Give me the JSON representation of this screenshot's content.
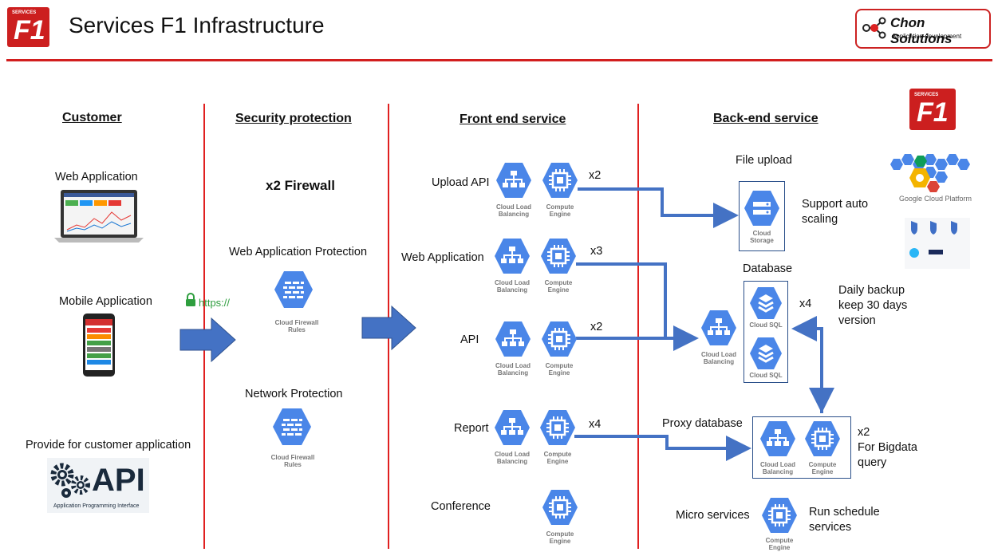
{
  "header": {
    "title": "Services F1 Infrastructure",
    "logo_small": "SERVICES",
    "logo_big": "F1",
    "brand": "Chon Solutions",
    "brand_sub": "Application development"
  },
  "columns": {
    "customer": "Customer",
    "security": "Security protection",
    "frontend": "Front end service",
    "backend": "Back-end service"
  },
  "customer": {
    "web_app": "Web Application",
    "mobile_app": "Mobile Application",
    "https": "https://",
    "provide": "Provide for customer application",
    "api_logo": "API",
    "api_sub": "Application Programming Interface"
  },
  "security": {
    "firewall": "x2 Firewall",
    "web_protection": "Web Application Protection",
    "network_protection": "Network Protection",
    "rules_icon_label_1": "Cloud Firewall",
    "rules_icon_label_2": "Rules"
  },
  "icon_labels": {
    "clb1": "Cloud Load",
    "clb2": "Balancing",
    "ce1": "Compute",
    "ce2": "Engine",
    "cs1": "Cloud",
    "cs2": "Storage",
    "sql": "Cloud SQL"
  },
  "frontend": {
    "upload_api": "Upload API",
    "web_application": "Web Application",
    "api": "API",
    "report": "Report",
    "conference": "Conference",
    "m_upload": "x2",
    "m_web": "x3",
    "m_api": "x2",
    "m_report": "x4"
  },
  "backend": {
    "file_upload": "File upload",
    "auto_scaling_1": "Support auto",
    "auto_scaling_2": "scaling",
    "database": "Database",
    "db_mult": "x4",
    "backup_1": "Daily backup",
    "backup_2": "keep 30 days",
    "backup_3": "version",
    "proxy_db": "Proxy database",
    "proxy_mult": "x2",
    "bigdata_1": "For Bigdata",
    "bigdata_2": "query",
    "micro": "Micro services",
    "schedule_1": "Run schedule",
    "schedule_2": "services",
    "gcp": "Google Cloud Platform"
  },
  "colors": {
    "accent_red": "#d21e1e",
    "gcp_blue": "#4a86e8",
    "arrow_blue": "#4472c4"
  }
}
